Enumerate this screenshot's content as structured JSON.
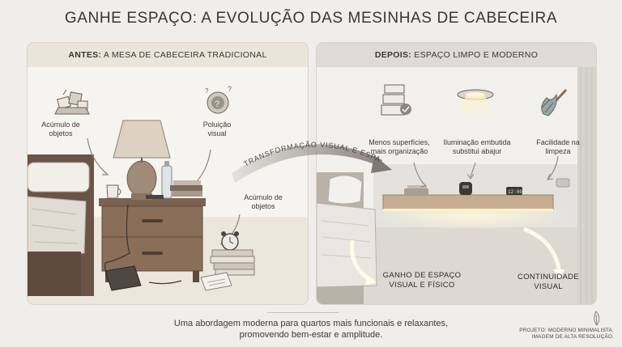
{
  "title": "GANHE ESPAÇO: A EVOLUÇÃO DAS MESINHAS DE CABECEIRA",
  "before": {
    "heading_bold": "ANTES:",
    "heading_rest": " A MESA DE CABECEIRA TRADICIONAL",
    "labels": {
      "clutter_top": "Acúmulo de\nobjetos",
      "visual_pollution": "Poluição\nvisual",
      "clutter_right": "Acúmulo de\nobjetos"
    },
    "icons": [
      "clutter-pile-icon",
      "question-cloud-icon"
    ]
  },
  "transition": {
    "label": "TRANSFORMAÇÃO VISUAL E ESPACIAL"
  },
  "after": {
    "heading_bold": "DEPOIS:",
    "heading_rest": " ESPAÇO LIMPO E MODERNO",
    "labels": {
      "fewer_surfaces": "Menos superfícies,\nmais organização",
      "built_in_lighting": "Iluminação embutida\nsubstitui abajur",
      "easy_cleaning": "Facilidade na\nlimpeza"
    },
    "icons": [
      "stacked-boxes-check-icon",
      "ceiling-light-icon",
      "feather-duster-icon"
    ],
    "results": {
      "space_gain": "GANHO DE ESPAÇO\nVISUAL E FÍSICO",
      "visual_continuity": "CONTINUIDADE\nVISUAL"
    },
    "shelf_clock": "12:00"
  },
  "caption": "Uma abordagem moderna para quartos mais funcionais e relaxantes, promovendo bem-estar e amplitude.",
  "footnote": {
    "line1": "PROJETO: MODERNO MINIMALISTA.",
    "line2": "IMAGEM DE ALTA RESOLUÇÃO."
  },
  "colors": {
    "background": "#efeeea",
    "wood": "#8a6e5a",
    "lamp_shade": "#ddd2c2",
    "glow": "#fff6da"
  }
}
